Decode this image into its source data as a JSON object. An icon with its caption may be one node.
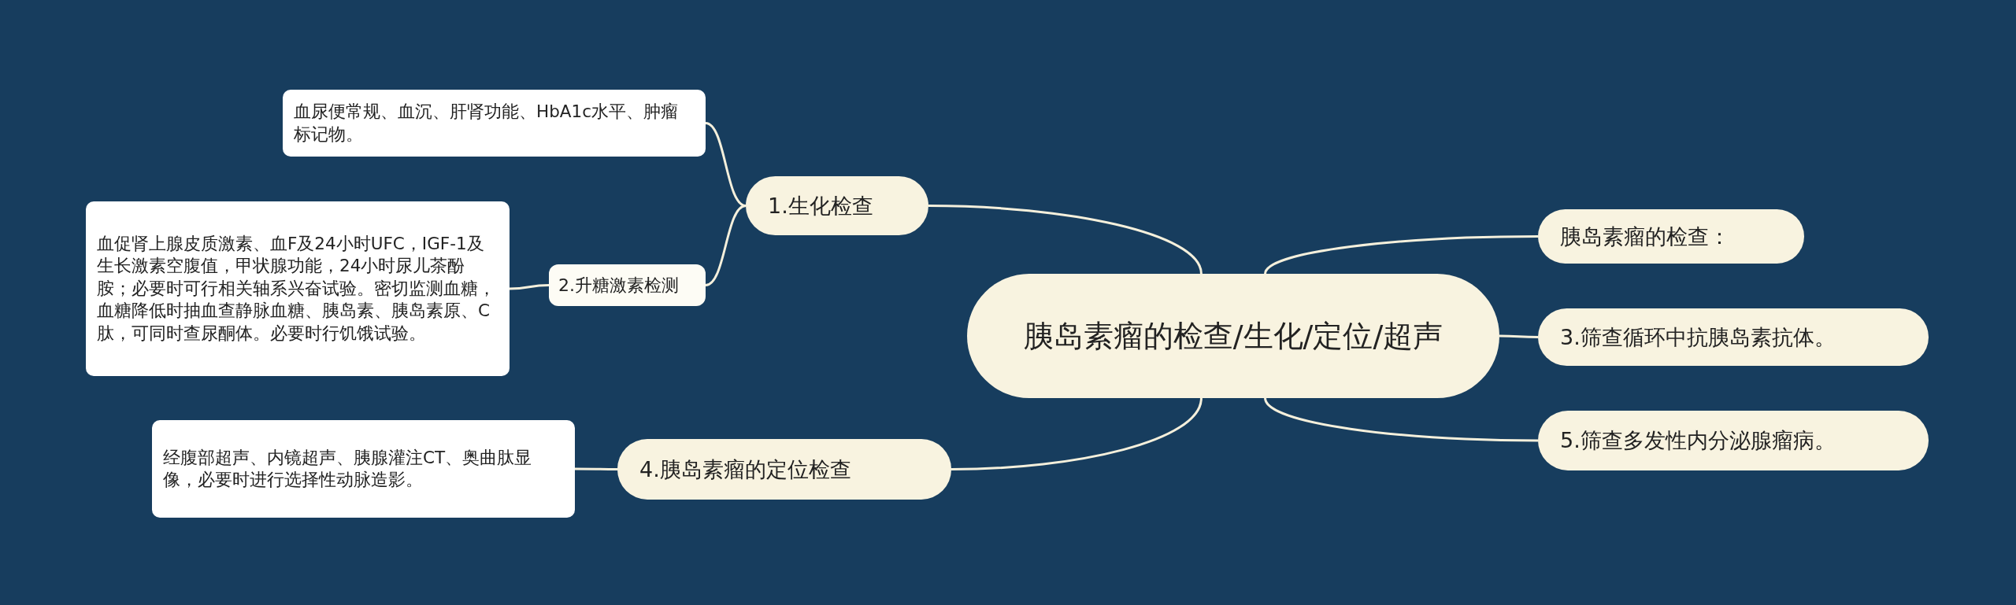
{
  "diagram": {
    "nodes": [
      {
        "text": [
          "胰岛素瘤的检查/生化/定位/超声"
        ]
      },
      {
        "text": [
          "1.生化检查"
        ]
      },
      {
        "text": [
          "血尿便常规、血沉、肝肾功能、HbA1c水平、肿瘤标记物。"
        ]
      },
      {
        "text": [
          "2.升糖激素检测"
        ]
      },
      {
        "text": [
          "血促肾上腺皮质激素、血F及24小时UFC，IGF-1及生长激素空腹值，甲状腺功能，24小时尿儿茶酚胺；必要时可行相关轴系兴奋试验。密切监测血糖，血糖降低时抽血查静脉血糖、胰岛素、胰岛素原、C肽，可同时查尿酮体。必要时行饥饿试验。"
        ]
      },
      {
        "text": [
          "4.胰岛素瘤的定位检查"
        ]
      },
      {
        "text": [
          "经腹部超声、内镜超声、胰腺灌注CT、奥曲肽显像，必要时进行选择性动脉造影。"
        ]
      },
      {
        "text": [
          "胰岛素瘤的检查："
        ]
      },
      {
        "text": [
          "3.筛查循环中抗胰岛素抗体。"
        ]
      },
      {
        "text": [
          "5.筛查多发性内分泌腺瘤病。"
        ]
      }
    ],
    "edges": [
      {
        "from": 0,
        "to": 1,
        "arrow": "none"
      },
      {
        "from": 1,
        "to": 2,
        "arrow": "none"
      },
      {
        "from": 1,
        "to": 3,
        "arrow": "none"
      },
      {
        "from": 3,
        "to": 4,
        "arrow": "none"
      },
      {
        "from": 0,
        "to": 5,
        "arrow": "none"
      },
      {
        "from": 5,
        "to": 6,
        "arrow": "none"
      },
      {
        "from": 0,
        "to": 7,
        "arrow": "none"
      },
      {
        "from": 0,
        "to": 8,
        "arrow": "none"
      },
      {
        "from": 0,
        "to": 9,
        "arrow": "none"
      }
    ]
  }
}
